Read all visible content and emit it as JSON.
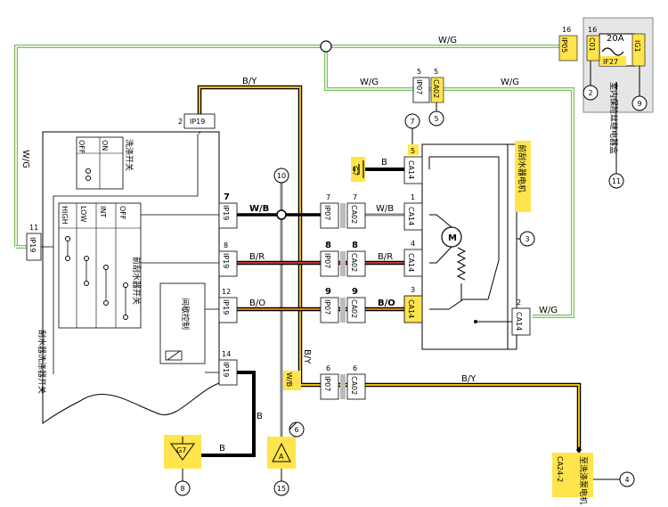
{
  "wires": {
    "wg": "W/G",
    "by": "B/Y",
    "b": "B",
    "wb": "W/B",
    "br": "B/R",
    "bo": "B/O"
  },
  "connectors": {
    "ip05": "IP05",
    "c01": "C01",
    "ig1": "IG1",
    "if27": "IF27",
    "fuse_20a": "20A",
    "ip19": "IP19",
    "ip07": "IP07",
    "ca02": "CA02",
    "ca14": "CA14",
    "g7": "G7",
    "ca24": "CA24-2"
  },
  "pins": {
    "p16": "16",
    "p5": "5",
    "p2": "2",
    "p7": "7",
    "p8": "8",
    "p12": "12",
    "p14": "14",
    "p11": "11",
    "p9": "9",
    "p4": "4",
    "p1": "1",
    "p3": "3",
    "p6": "6"
  },
  "callouts": {
    "c2": "2",
    "c3": "3",
    "c4": "4",
    "c5": "5",
    "c6": "6",
    "c7": "7",
    "c8": "8",
    "c9": "9",
    "c10": "10",
    "c11": "11",
    "c15": "15"
  },
  "components": {
    "fuse_box": "室内保险丝继电器盒",
    "wiper_motor": "前刮水器电机",
    "washer_pump": "至洗涤泵电机",
    "combo_switch": "刮水器洗涤器开关",
    "wiper_switch": "前刮水器开关",
    "washer_switch": "洗涤开关",
    "intermittent": "间歇控制"
  },
  "switch_positions": {
    "off": "OFF",
    "on": "ON",
    "high": "HIGH",
    "low": "LOW",
    "int": "INT",
    "motor": "M",
    "ground_arrow": "A"
  }
}
